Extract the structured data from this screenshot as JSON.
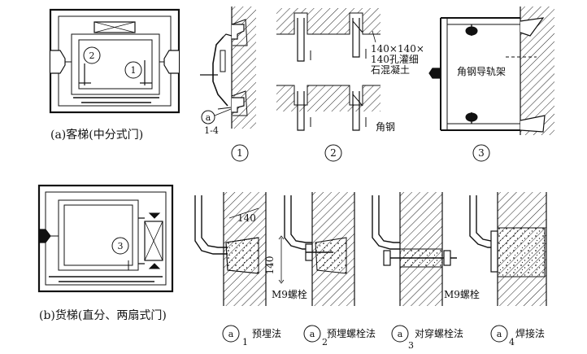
{
  "captions": {
    "passenger": "(a)客梯(中分式门)",
    "freight": "(b)货梯(直分、两扇式门)"
  },
  "plan_markers": {
    "m1": "1",
    "m2": "2",
    "m3": "3"
  },
  "section_labels": {
    "s1": "1",
    "s2": "2",
    "s3": "3",
    "a_marker": "a",
    "a_range": "1-4",
    "concrete_note_1": "140×140×",
    "concrete_note_2": "140孔灌细",
    "concrete_note_3": "石混凝土",
    "angle_steel": "角钢",
    "angle_rail_frame": "角钢导轨架"
  },
  "bottom_details": {
    "dim_140_top": "140",
    "dim_140_side": "140",
    "bolt_left": "M9螺栓",
    "bolt_right": "M9螺栓"
  },
  "methods": [
    {
      "marker": "a",
      "sub": "1",
      "label": "预埋法"
    },
    {
      "marker": "a",
      "sub": "2",
      "label": "预埋螺栓法"
    },
    {
      "marker": "a",
      "sub": "3",
      "label": "对穿螺栓法"
    },
    {
      "marker": "a",
      "sub": "4",
      "label": "焊接法"
    }
  ]
}
